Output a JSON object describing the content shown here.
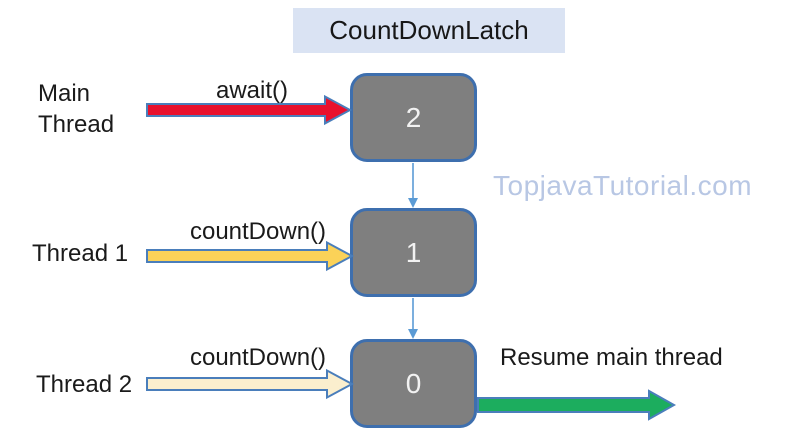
{
  "diagram": {
    "title": "CountDownLatch",
    "watermark": "TopjavaTutorial.com",
    "boxes": [
      {
        "count": "2"
      },
      {
        "count": "1"
      },
      {
        "count": "0"
      }
    ],
    "threads": [
      {
        "label": "Main Thread",
        "call": "await()"
      },
      {
        "label": "Thread 1",
        "call": "countDown()"
      },
      {
        "label": "Thread 2",
        "call": "countDown()"
      }
    ],
    "resume_label": "Resume main thread"
  },
  "colors": {
    "title_bg": "#dae3f3",
    "box_fill": "#7f7f7f",
    "box_border": "#3e6fae",
    "box_text": "#f2f2f2",
    "connector": "#5b9bd5",
    "arrow_outline": "#4a7ebb",
    "await_arrow": "#e8112d",
    "countdown1_arrow": "#fbd258",
    "countdown2_arrow": "#fbefce",
    "resume_arrow": "#1cad5e",
    "watermark_text": "#b8c7e4",
    "text": "#1a1a1a",
    "background": "#ffffff"
  }
}
